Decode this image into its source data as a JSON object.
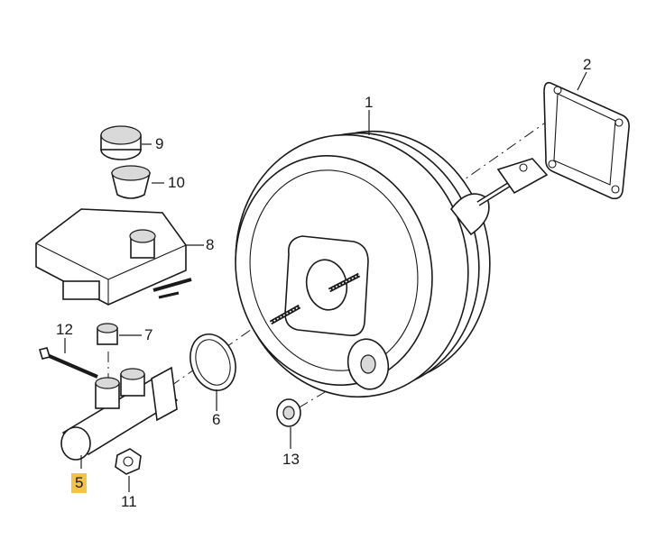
{
  "diagram": {
    "highlight_color": "#f5c242",
    "callouts": [
      {
        "id": "1",
        "text": "1"
      },
      {
        "id": "2",
        "text": "2"
      },
      {
        "id": "5",
        "text": "5",
        "highlighted": true
      },
      {
        "id": "6",
        "text": "6"
      },
      {
        "id": "7",
        "text": "7"
      },
      {
        "id": "8",
        "text": "8"
      },
      {
        "id": "9",
        "text": "9"
      },
      {
        "id": "10",
        "text": "10"
      },
      {
        "id": "11",
        "text": "11"
      },
      {
        "id": "12",
        "text": "12"
      },
      {
        "id": "13",
        "text": "13"
      }
    ]
  }
}
